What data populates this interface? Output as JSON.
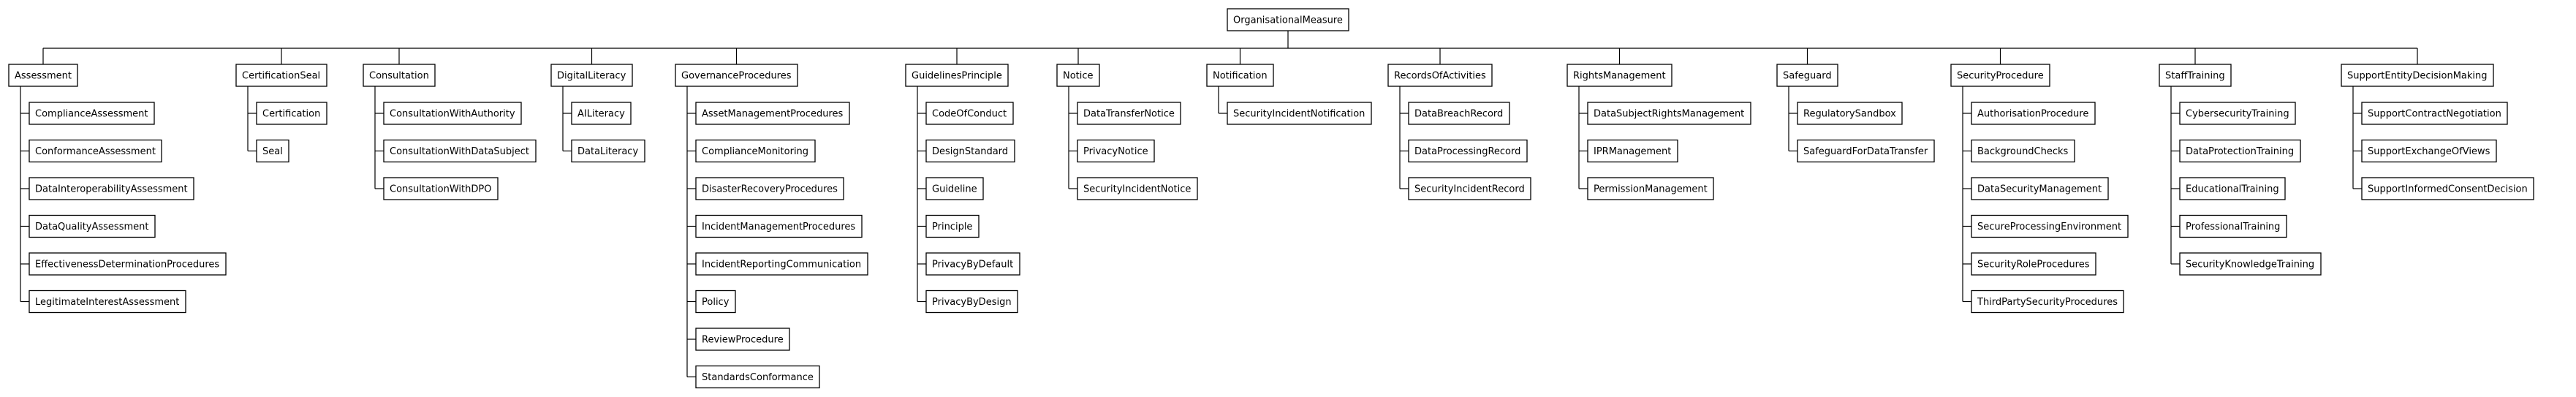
{
  "diagram": {
    "type": "tree",
    "root": "OrganisationalMeasure",
    "branches": [
      {
        "label": "Assessment",
        "children": [
          "ComplianceAssessment",
          "ConformanceAssessment",
          "DataInteroperabilityAssessment",
          "DataQualityAssessment",
          "EffectivenessDeterminationProcedures",
          "LegitimateInterestAssessment"
        ]
      },
      {
        "label": "CertificationSeal",
        "children": [
          "Certification",
          "Seal"
        ]
      },
      {
        "label": "Consultation",
        "children": [
          "ConsultationWithAuthority",
          "ConsultationWithDataSubject",
          "ConsultationWithDPO"
        ]
      },
      {
        "label": "DigitalLiteracy",
        "children": [
          "AILiteracy",
          "DataLiteracy"
        ]
      },
      {
        "label": "GovernanceProcedures",
        "children": [
          "AssetManagementProcedures",
          "ComplianceMonitoring",
          "DisasterRecoveryProcedures",
          "IncidentManagementProcedures",
          "IncidentReportingCommunication",
          "Policy",
          "ReviewProcedure",
          "StandardsConformance"
        ]
      },
      {
        "label": "GuidelinesPrinciple",
        "children": [
          "CodeOfConduct",
          "DesignStandard",
          "Guideline",
          "Principle",
          "PrivacyByDefault",
          "PrivacyByDesign"
        ]
      },
      {
        "label": "Notice",
        "children": [
          "DataTransferNotice",
          "PrivacyNotice",
          "SecurityIncidentNotice"
        ]
      },
      {
        "label": "Notification",
        "children": [
          "SecurityIncidentNotification"
        ]
      },
      {
        "label": "RecordsOfActivities",
        "children": [
          "DataBreachRecord",
          "DataProcessingRecord",
          "SecurityIncidentRecord"
        ]
      },
      {
        "label": "RightsManagement",
        "children": [
          "DataSubjectRightsManagement",
          "IPRManagement",
          "PermissionManagement"
        ]
      },
      {
        "label": "Safeguard",
        "children": [
          "RegulatorySandbox",
          "SafeguardForDataTransfer"
        ]
      },
      {
        "label": "SecurityProcedure",
        "children": [
          "AuthorisationProcedure",
          "BackgroundChecks",
          "DataSecurityManagement",
          "SecureProcessingEnvironment",
          "SecurityRoleProcedures",
          "ThirdPartySecurityProcedures"
        ]
      },
      {
        "label": "StaffTraining",
        "children": [
          "CybersecurityTraining",
          "DataProtectionTraining",
          "EducationalTraining",
          "ProfessionalTraining",
          "SecurityKnowledgeTraining"
        ]
      },
      {
        "label": "SupportEntityDecisionMaking",
        "children": [
          "SupportContractNegotiation",
          "SupportExchangeOfViews",
          "SupportInformedConsentDecision"
        ]
      }
    ]
  }
}
